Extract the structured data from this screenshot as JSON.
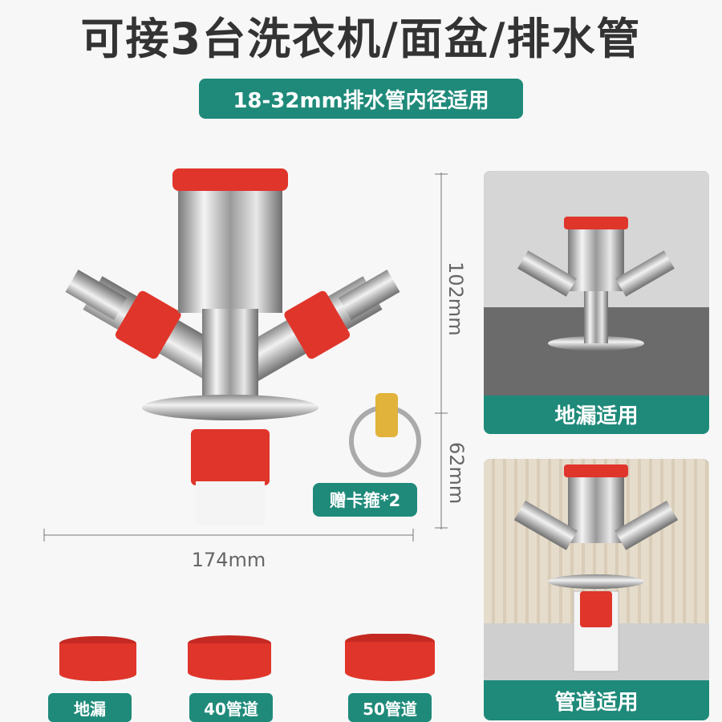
{
  "title": "可接3台洗衣机/面盆/排水管",
  "subtitle": "18-32mm排水管内径适用",
  "dimensions": {
    "height_top": "102mm",
    "height_bottom": "62mm",
    "width": "174mm"
  },
  "gift": {
    "label": "赠卡箍*2"
  },
  "cards": [
    {
      "caption": "地漏适用"
    },
    {
      "caption": "管道适用"
    }
  ],
  "rings": [
    {
      "label": "地漏"
    },
    {
      "label": "40管道"
    },
    {
      "label": "50管道"
    }
  ],
  "colors": {
    "accent": "#1f8a7a",
    "rubber": "#e0352b",
    "steel": "#c8c8c8"
  }
}
